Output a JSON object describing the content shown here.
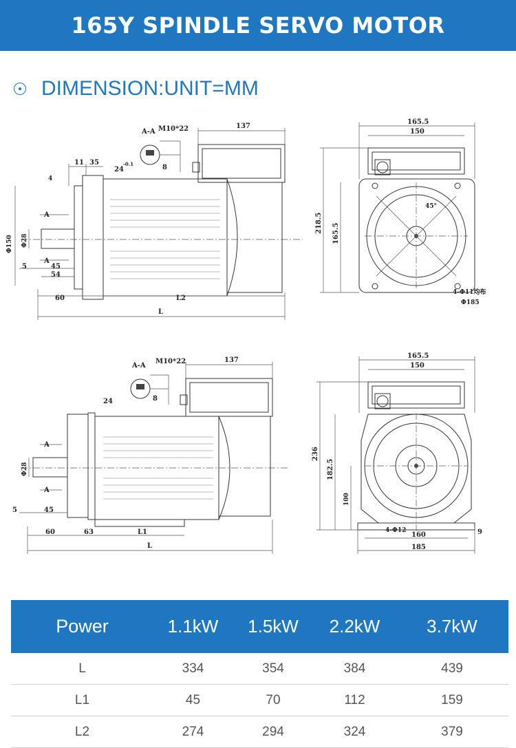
{
  "header": {
    "title": "165Y SPINDLE SERVO MOTOR"
  },
  "section": {
    "icon": "target-circle-icon",
    "title": "DIMENSION:UNIT=MM"
  },
  "drawing1": {
    "section_label": "A-A",
    "thread": "M10*22",
    "top_width": "137",
    "key_a": "11",
    "key_b": "35",
    "key_dim": "24",
    "key_tol": "-0.1",
    "key_w": "8",
    "shaft_tol": "4",
    "flange_dia": "Φ150",
    "shaft_dia": "Φ28",
    "marker_a_top": "A",
    "marker_a_bottom": "A",
    "d5": "5",
    "d45": "45",
    "d54": "54",
    "d60": "60",
    "dL2": "L2",
    "dL": "L"
  },
  "side1": {
    "w165": "165.5",
    "w150": "150",
    "h218": "218.5",
    "h165": "165.5",
    "angle": "45°",
    "holes": "4-Φ11均布",
    "pcd": "Φ185"
  },
  "drawing2": {
    "section_label": "A-A",
    "thread": "M10*22",
    "top_width": "137",
    "key_dim": "24",
    "key_w": "8",
    "shaft_dia": "Φ28",
    "marker_a_top": "A",
    "marker_a_bottom": "A",
    "d5": "5",
    "d45": "45",
    "d60": "60",
    "d63": "63",
    "dL1": "L1",
    "dL": "L"
  },
  "side2": {
    "w165": "165.5",
    "w150": "150",
    "h236": "236",
    "h182": "182.5",
    "h100": "100",
    "holes": "4-Φ12",
    "w160": "160",
    "w185": "185",
    "d9": "9"
  },
  "table": {
    "headers": [
      "Power",
      "1.1kW",
      "1.5kW",
      "2.2kW",
      "3.7kW"
    ],
    "rows": [
      [
        "L",
        "334",
        "354",
        "384",
        "439"
      ],
      [
        "L1",
        "45",
        "70",
        "112",
        "159"
      ],
      [
        "L2",
        "274",
        "294",
        "324",
        "379"
      ]
    ]
  }
}
